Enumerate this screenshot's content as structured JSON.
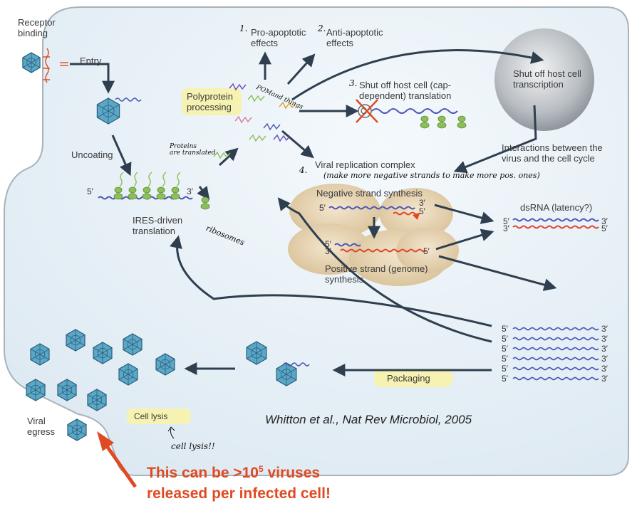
{
  "labels": {
    "receptor_binding": [
      "Receptor",
      "binding"
    ],
    "entry": "Entry",
    "uncoating": "Uncoating",
    "ires_translation": [
      "IRES-driven",
      "translation"
    ],
    "polyprotein_processing": [
      "Polyprotein",
      "processing"
    ],
    "pro_apoptotic": [
      "Pro-apoptotic",
      "effects"
    ],
    "anti_apoptotic": [
      "Anti-apoptotic",
      "effects"
    ],
    "shut_off_translation": [
      "Shut off host cell (cap-",
      "dependent) translation"
    ],
    "shut_off_transcription": [
      "Shut off host cell",
      "transcription"
    ],
    "interactions": [
      "Interactions between the",
      "virus and the cell cycle"
    ],
    "replication_complex": "Viral replication complex",
    "negative_synthesis": "Negative strand synthesis",
    "positive_synthesis": [
      "Positive strand (genome)",
      "synthesis"
    ],
    "dsrna": "dsRNA (latency?)",
    "packaging": "Packaging",
    "cell_lysis": "Cell lysis",
    "viral_egress": [
      "Viral",
      "egress"
    ],
    "cap_symbol": "C"
  },
  "strand_ends": {
    "five": "5′",
    "three": "3′"
  },
  "handwritten": {
    "n1": "1.",
    "n2": "2.",
    "n3": "3.",
    "n4": "4.",
    "pomand_things": "POMand things",
    "proteins_translated": [
      "Proteins",
      "are translated"
    ],
    "ribosomes": "ribosomes",
    "make_more": "(make more negative strands to make more pos. ones)",
    "cell_lysis_note": "cell lysis!!"
  },
  "citation": "Whitton et al., Nat Rev Microbiol, 2005",
  "callout": [
    "This can be >10",
    "5",
    " viruses",
    "released per infected cell!"
  ],
  "colors": {
    "cell_fill": "#e9f2f9",
    "cell_border": "#a9b2b9",
    "arrow": "#2f3f4f",
    "virus": "#5aa7c8",
    "rna_blue": "#4a56b8",
    "rna_red": "#e0452a",
    "ribosome": "#8cbf5a",
    "replication_blob": "#e7d3b0",
    "nucleus": "#9aa2aa",
    "highlight": "#f6f3b2",
    "callout_red": "#e04a22"
  }
}
